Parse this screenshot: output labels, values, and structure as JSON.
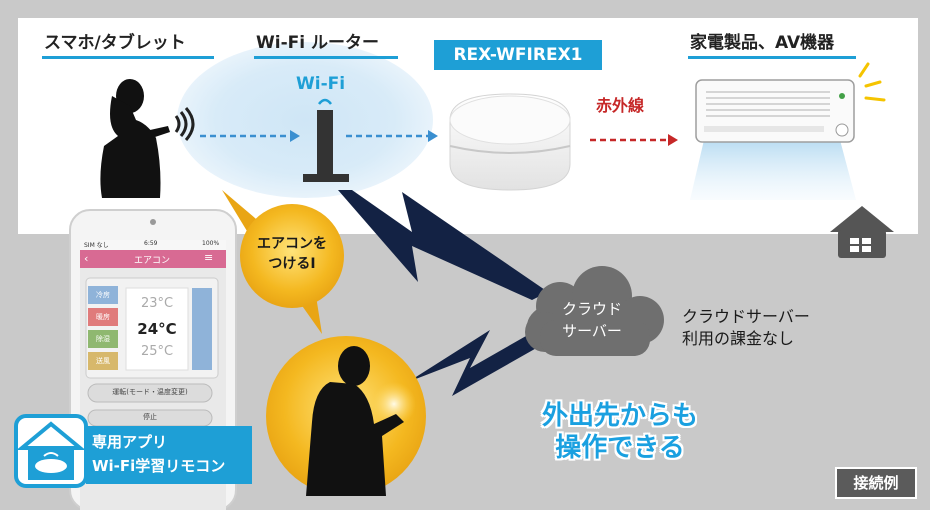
{
  "labels": {
    "smartphone": "スマホ/タブレット",
    "router": "Wi-Fi ルーター",
    "device_badge": "REX-WFIREX1",
    "appliances": "家電製品、AV機器",
    "wifi": "Wi-Fi",
    "infrared": "赤外線",
    "speech": "エアコンを\nつけるI",
    "cloud": "クラウド\nサーバー",
    "cloud_note": "クラウドサーバー\n利用の課金なし",
    "outside": "外出先からも\n操作できる",
    "app_name": "専用アプリ\nWi-Fi学習リモコン",
    "example": "接続例"
  },
  "phone_screen": {
    "status_carrier": "SIM なし",
    "status_time": "6:59",
    "status_battery": "100%",
    "title": "エアコン",
    "modes": [
      "冷房",
      "暖房",
      "除湿",
      "送風"
    ],
    "temps": [
      "23°C",
      "24°C",
      "25°C"
    ],
    "button_change": "運転(モード・温度変更)",
    "button_stop": "停止"
  },
  "colors": {
    "accent_blue": "#1e9fd6",
    "infrared_red": "#c62828",
    "outside_blue": "#1aa0e0",
    "app_header_pink": "#d86a93",
    "bubble_yellow": "#f2b41c"
  }
}
